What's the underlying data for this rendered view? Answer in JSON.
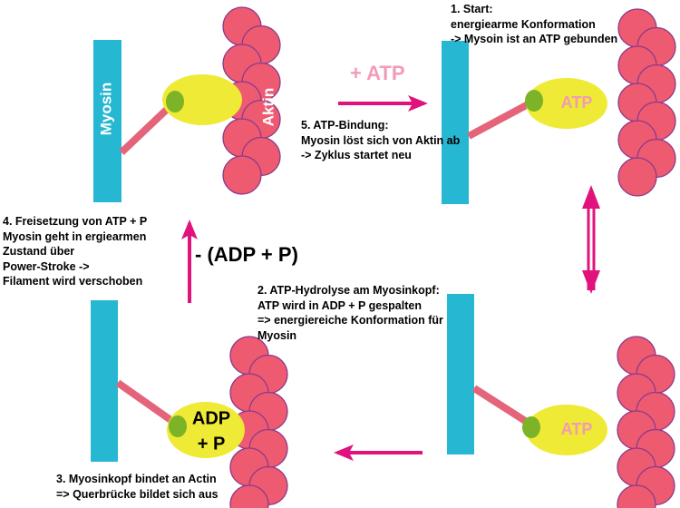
{
  "colors": {
    "myosin": "#26b8d2",
    "actin": "#ee5a70",
    "actin_stroke": "#8a3a8c",
    "head": "#efea35",
    "neck": "#7cb327",
    "lever": "#e4647a",
    "arrow": "#e0137d",
    "atp_text": "#f29bb6"
  },
  "panel1": {
    "myosin_label": "Myosin",
    "actin_label": "Aktin"
  },
  "panel2": {
    "head_label": "ATP"
  },
  "panel3": {
    "head_label": "ATP"
  },
  "panel4": {
    "head_label_line1": "ADP",
    "head_label_line2": "+ P"
  },
  "arrows": {
    "top": "+ ATP",
    "left": "- (ADP + P)"
  },
  "steps": {
    "step1": [
      "1. Start:",
      "energiearme Konformation",
      "-> Mysoin ist an ATP gebunden"
    ],
    "step2": [
      "2. ATP-Hydrolyse am Myosinkopf:",
      "ATP wird in ADP + P gespalten",
      "=> energiereiche Konformation für",
      "Myosin"
    ],
    "step3": [
      "3. Myosinkopf bindet an Actin",
      "=> Querbrücke bildet sich aus"
    ],
    "step4": [
      "4. Freisetzung von ATP + P",
      "Myosin geht in ergiearmen",
      "Zustand über",
      "Power-Stroke ->",
      "Filament wird verschoben"
    ],
    "step5": [
      "5. ATP-Bindung:",
      "Myosin löst sich von Aktin ab",
      "-> Zyklus startet neu"
    ]
  }
}
